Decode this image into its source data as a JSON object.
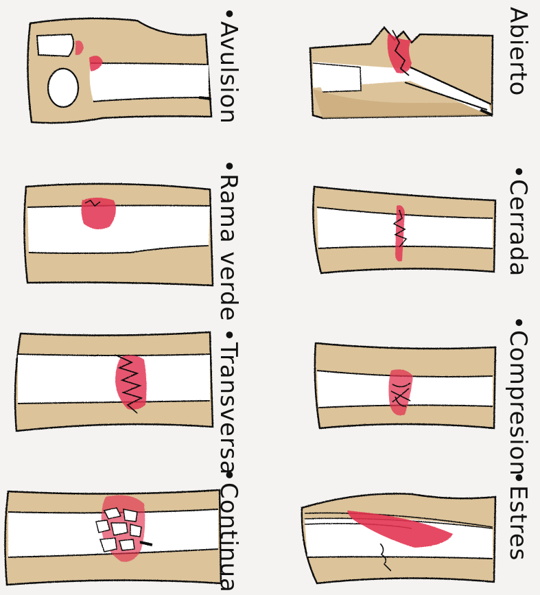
{
  "title": "",
  "colors": {
    "paper": "#f4f3f1",
    "bone": "#dcc39a",
    "bone_shadow": "#c9ab7a",
    "blood": "#e2314f",
    "ink": "#111111"
  },
  "fractures": [
    {
      "id": "abierto",
      "label": "Abierto"
    },
    {
      "id": "cerrada",
      "label": "•Cerrada"
    },
    {
      "id": "compresion",
      "label": "•Compresion"
    },
    {
      "id": "estres",
      "label": "•Estres"
    },
    {
      "id": "avulsion",
      "label": "•Avulsion"
    },
    {
      "id": "rama-verde",
      "label": "•Rama verde"
    },
    {
      "id": "transversa",
      "label": "•Transversa"
    },
    {
      "id": "continua",
      "label": "•Continua"
    }
  ]
}
